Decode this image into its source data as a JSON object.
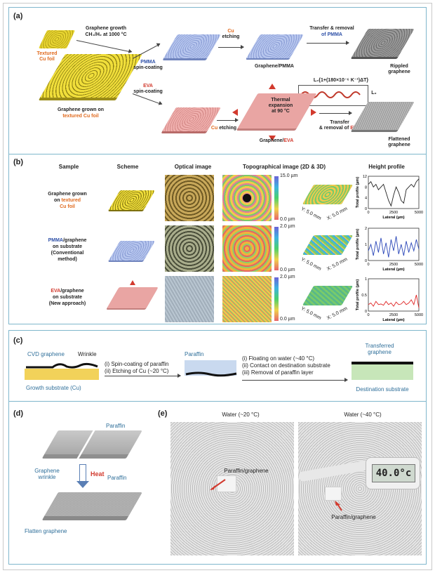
{
  "panel_a": {
    "label": "(a)",
    "growth_line1": "Graphene growth",
    "growth_line2": "CH₄/H₂ at 1000 °C",
    "textured_line1": "Textured",
    "textured_line2": "Cu foil",
    "grown_on_line1": "Graphene grown on",
    "grown_on_line2": "textured Cu foil",
    "pmma_spin_1": "PMMA",
    "pmma_spin_2": "spin-coating",
    "eva_spin_1": "EVA",
    "eva_spin_2": "spin-coating",
    "cu_etch_1": "Cu",
    "cu_etch_2": "etching",
    "graphene_pmma": "Graphene/PMMA",
    "transfer_pmma_1": "Transfer & removal",
    "transfer_pmma_2": "of PMMA",
    "rippled_1": "Rippled",
    "rippled_2": "graphene",
    "formula": "L₀{1+(180×10⁻⁶ K⁻¹)ΔT}",
    "l0": "L₀",
    "thermal_1": "Thermal",
    "thermal_2": "expansion",
    "thermal_3": "at 90 °C",
    "cu_etch_eva": "Cu etching",
    "graphene_eva": "Graphene/EVA",
    "transfer_eva_1": "Transfer",
    "transfer_eva_2": "& removal of EVA",
    "flattened_1": "Flattened",
    "flattened_2": "graphene"
  },
  "panel_b": {
    "label": "(b)",
    "headers": [
      "Sample",
      "Scheme",
      "Optical image",
      "Topographical image (2D & 3D)",
      "Height profile"
    ],
    "rows": [
      {
        "sample_lines": [
          "Graphene grown",
          "on textured",
          "Cu foil"
        ],
        "scale_top": "15.0 µm",
        "scale_bottom": "0.0 µm",
        "axis_y": "Y: 5.0 mm",
        "axis_x": "X: 5.0 mm",
        "chart_index": 0
      },
      {
        "sample_lines": [
          "PMMA/graphene",
          "on substrate",
          "(Conventional",
          "method)"
        ],
        "scale_top": "2.0 µm",
        "scale_bottom": "0.0 µm",
        "axis_y": "Y: 5.0 mm",
        "axis_x": "X: 5.0 mm",
        "chart_index": 1
      },
      {
        "sample_lines": [
          "EVA/graphene",
          "on substrate",
          "(New approach)"
        ],
        "scale_top": "2.0 µm",
        "scale_bottom": "0.0 µm",
        "axis_y": "Y: 5.0 mm",
        "axis_x": "X: 5.0 mm",
        "chart_index": 2
      }
    ]
  },
  "panel_c": {
    "label": "(c)",
    "cvd_graphene": "CVD graphene",
    "wrinkle": "Wrinkle",
    "growth_substrate": "Growth substrate (Cu)",
    "step1_1": "(i) Spin-coating of paraffin",
    "step1_2": "(ii) Etching of Cu (~20 °C)",
    "paraffin": "Paraffin",
    "step2_1": "(i) Floating on water (~40 °C)",
    "step2_2": "(ii) Contact on destination substrate",
    "step2_3": "(iii) Removal of paraffin layer",
    "transferred_1": "Transferred",
    "transferred_2": "graphene",
    "destination": "Destination substrate"
  },
  "panel_d": {
    "label": "(d)",
    "paraffin_top": "Paraffin",
    "wrinkle_1": "Graphene",
    "wrinkle_2": "wrinkle",
    "heat": "Heat",
    "paraffin_bottom": "Paraffin",
    "flatten": "Flatten graphene"
  },
  "panel_e": {
    "label": "(e)",
    "left_title": "Water (~20 °C)",
    "right_title": "Water (~40 °C)",
    "left_caption": "Paraffin/graphene",
    "right_caption": "Paraffin/graphene",
    "thermometer": "40.0°c"
  },
  "colors": {
    "panel_border": "#7fb7cc",
    "pmma": "#9fb4e6",
    "eva": "#e79a9a",
    "graphene_yellow": "#e8d531",
    "paraffin": "#c9d9ef",
    "destination": "#c7e6b9",
    "cu": "#f2d25a",
    "series_a": "#222222",
    "series_b": "#2a46b8",
    "series_c": "#e02424"
  },
  "chart_data": [
    {
      "type": "line",
      "title": "",
      "xlabel": "Lateral (µm)",
      "ylabel": "Total profile (µm)",
      "xlim": [
        0,
        5000
      ],
      "ylim": [
        0,
        12
      ],
      "yticks": [
        0,
        4,
        8,
        12
      ],
      "xticks": [
        0,
        2500,
        5000
      ],
      "series": [
        {
          "x": [
            0,
            250,
            500,
            750,
            1000,
            1250,
            1500,
            1750,
            2000,
            2250,
            2500,
            2750,
            3000,
            3250,
            3500,
            3750,
            4000,
            4250,
            4500,
            4750,
            5000
          ],
          "values": [
            9,
            10,
            8,
            9,
            7,
            8,
            9,
            6,
            3,
            1,
            5,
            8,
            6,
            3,
            2,
            7,
            8,
            9,
            8,
            10,
            11
          ]
        }
      ]
    },
    {
      "type": "line",
      "title": "",
      "xlabel": "Lateral (µm)",
      "ylabel": "Total profile (µm)",
      "xlim": [
        0,
        5000
      ],
      "ylim": [
        0,
        2
      ],
      "yticks": [
        0,
        1,
        2
      ],
      "xticks": [
        0,
        2500,
        5000
      ],
      "series": [
        {
          "x": [
            0,
            250,
            500,
            750,
            1000,
            1250,
            1500,
            1750,
            2000,
            2250,
            2500,
            2750,
            3000,
            3250,
            3500,
            3750,
            4000,
            4250,
            4500,
            4750,
            5000
          ],
          "values": [
            0.6,
            1.0,
            0.3,
            1.2,
            0.5,
            1.4,
            0.4,
            1.1,
            0.2,
            1.3,
            0.6,
            1.5,
            0.4,
            1.0,
            0.3,
            1.2,
            0.5,
            1.1,
            0.6,
            1.3,
            0.7
          ]
        }
      ]
    },
    {
      "type": "line",
      "title": "",
      "xlabel": "Lateral (µm)",
      "ylabel": "Total profile (µm)",
      "xlim": [
        0,
        5000
      ],
      "ylim": [
        0,
        1
      ],
      "yticks": [
        0,
        0.5,
        1.0
      ],
      "xticks": [
        0,
        2500,
        5000
      ],
      "series": [
        {
          "x": [
            0,
            250,
            500,
            750,
            1000,
            1250,
            1500,
            1750,
            2000,
            2250,
            2500,
            2750,
            3000,
            3250,
            3500,
            3750,
            4000,
            4250,
            4500,
            4750,
            5000
          ],
          "values": [
            0.2,
            0.25,
            0.15,
            0.3,
            0.2,
            0.22,
            0.18,
            0.3,
            0.2,
            0.25,
            0.15,
            0.28,
            0.2,
            0.22,
            0.3,
            0.2,
            0.25,
            0.35,
            0.2,
            0.5,
            0.1
          ]
        }
      ]
    }
  ]
}
